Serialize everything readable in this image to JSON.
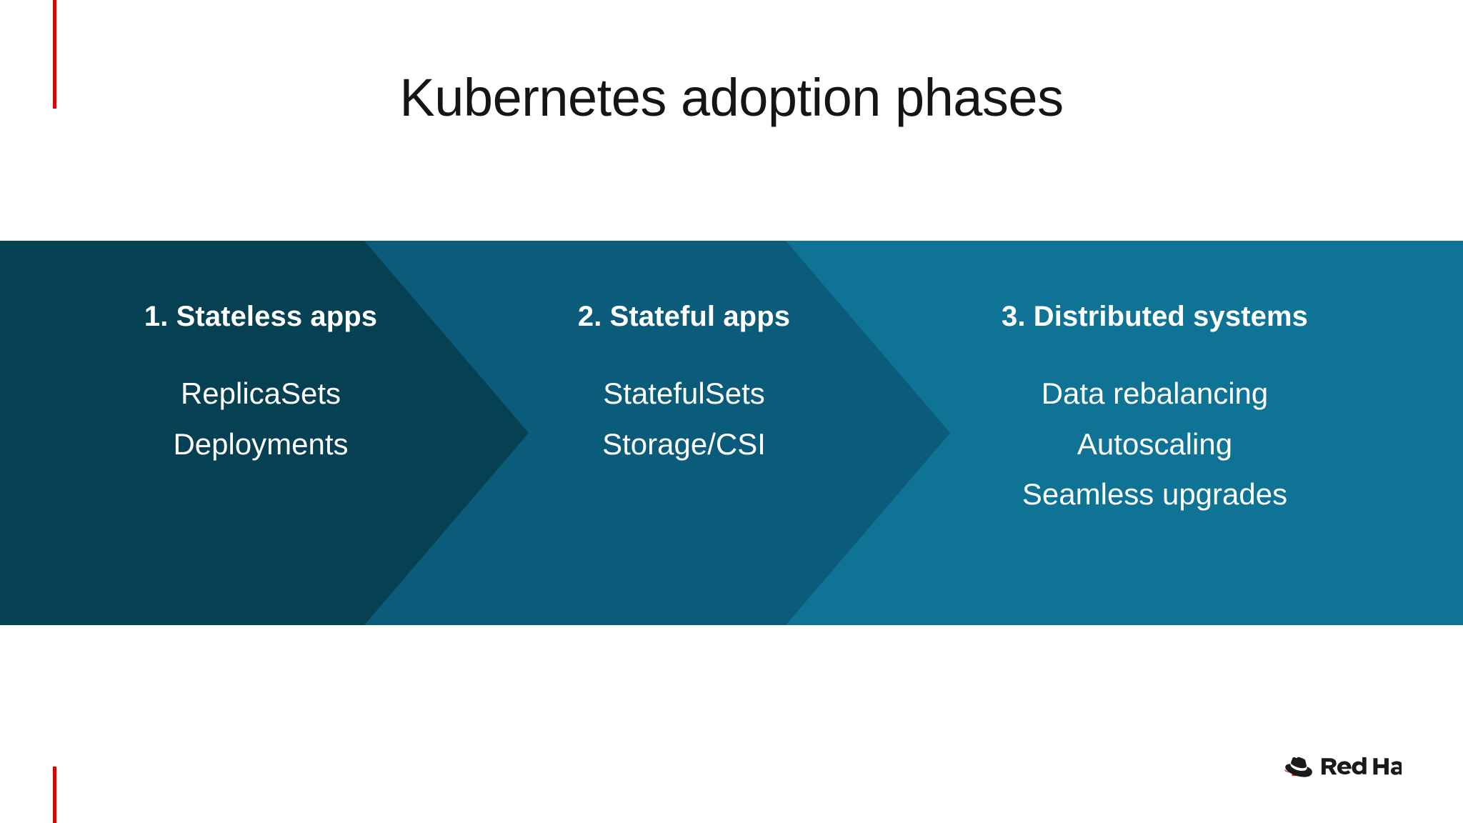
{
  "slide": {
    "title": "Kubernetes adoption phases",
    "background_color": "#ffffff",
    "accent_color": "#e00000",
    "title_color": "#151515"
  },
  "accents": {
    "top_rule": "red-vertical-rule",
    "bottom_rule": "red-vertical-rule"
  },
  "phases": [
    {
      "heading": "1. Stateless apps",
      "color": "#064153",
      "items": [
        "ReplicaSets",
        "Deployments"
      ]
    },
    {
      "heading": "2. Stateful apps",
      "color": "#0b5c7a",
      "items": [
        "StatefulSets",
        "Storage/CSI"
      ]
    },
    {
      "heading": "3. Distributed systems",
      "color": "#0f7396",
      "items": [
        "Data rebalancing",
        "Autoscaling",
        "Seamless upgrades"
      ]
    }
  ],
  "logo": {
    "name": "Red Hat",
    "word_red": "Red",
    "word_hat": "Hat",
    "hat_color": "#ee0000",
    "text_color": "#151515"
  }
}
